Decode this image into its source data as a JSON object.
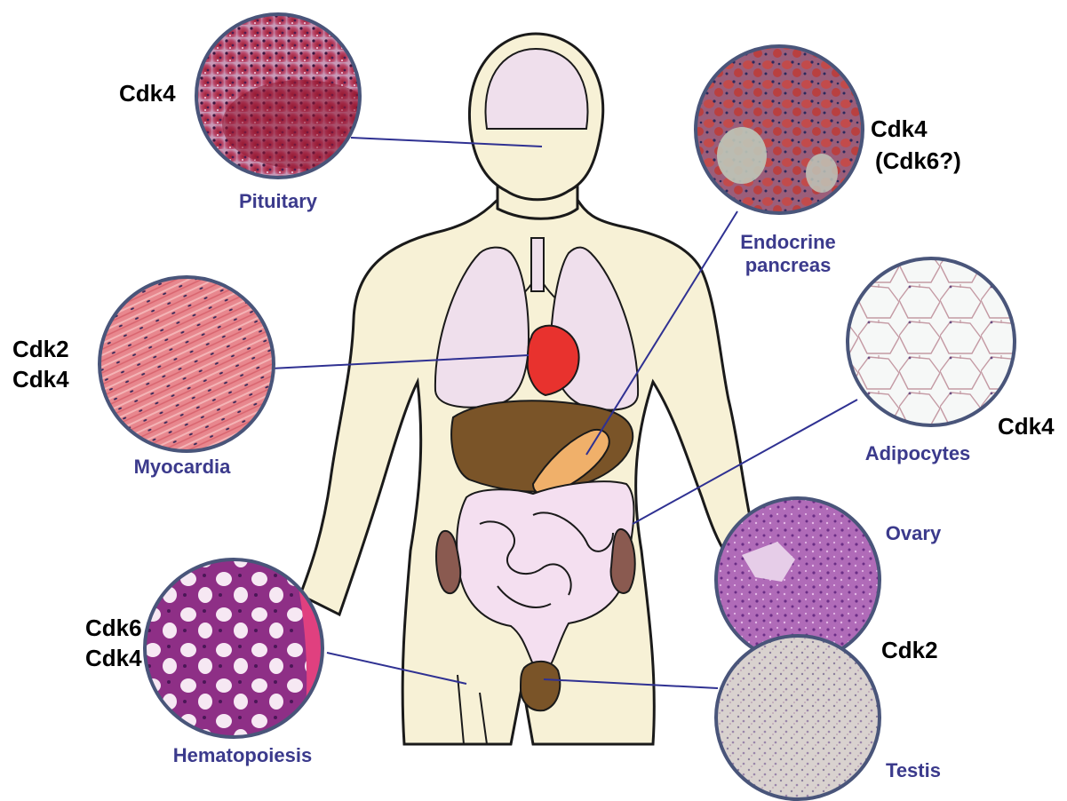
{
  "colors": {
    "skin": "#f7f1d6",
    "outline": "#1a1a1a",
    "lungs": "#efdfec",
    "heart": "#e8322e",
    "liver": "#7a5428",
    "pancreas": "#f0b06a",
    "intestine": "#f4dff0",
    "kidney": "#8a5a50",
    "label_blue": "#3b3a8c",
    "connector": "#2f3192",
    "circle_border": "#49557a"
  },
  "tissues": [
    {
      "id": "pituitary",
      "name": "Pituitary",
      "cdk": [
        "Cdk4"
      ],
      "texture": "pituitary"
    },
    {
      "id": "pancreas",
      "name_lines": [
        "Endocrine",
        "pancreas"
      ],
      "cdk": [
        "Cdk4",
        "(Cdk6?)"
      ],
      "texture": "pancreas"
    },
    {
      "id": "myocardia",
      "name": "Myocardia",
      "cdk": [
        "Cdk2",
        "Cdk4"
      ],
      "texture": "myocardia"
    },
    {
      "id": "adipocytes",
      "name": "Adipocytes",
      "cdk": [
        "Cdk4"
      ],
      "texture": "adipocytes"
    },
    {
      "id": "ovary",
      "name": "Ovary",
      "cdk": [],
      "texture": "ovary"
    },
    {
      "id": "testis",
      "name": "Testis",
      "cdk": [
        "Cdk2"
      ],
      "texture": "testis"
    },
    {
      "id": "hematopoiesis",
      "name": "Hematopoiesis",
      "cdk": [
        "Cdk6",
        "Cdk4"
      ],
      "texture": "hematopoiesis"
    }
  ]
}
